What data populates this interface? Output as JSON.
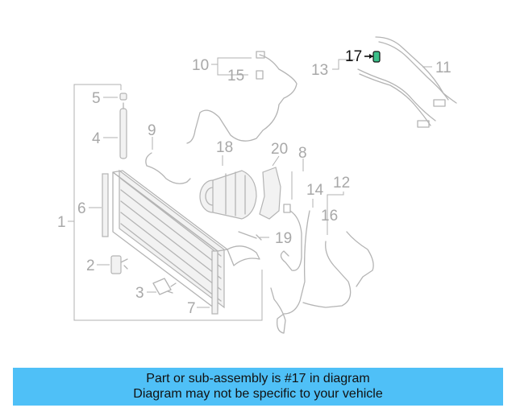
{
  "callouts": {
    "c1": "1",
    "c2": "2",
    "c3": "3",
    "c4": "4",
    "c5": "5",
    "c6": "6",
    "c7": "7",
    "c8": "8",
    "c9": "9",
    "c10": "10",
    "c11": "11",
    "c12": "12",
    "c13": "13",
    "c14": "14",
    "c15": "15",
    "c16": "16",
    "c17": "17",
    "c18": "18",
    "c19": "19",
    "c20": "20"
  },
  "highlight": {
    "color": "#3cc08a",
    "text_color": "#111111"
  },
  "banner": {
    "line1": "Part or sub-assembly is #17 in diagram",
    "line2": "Diagram may not be specific to your vehicle",
    "background": "#4fc0f7"
  }
}
